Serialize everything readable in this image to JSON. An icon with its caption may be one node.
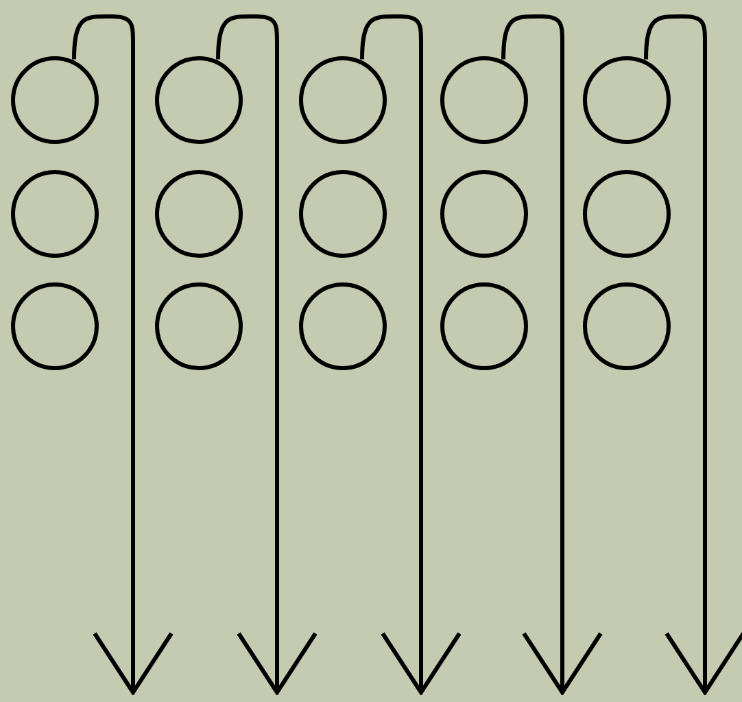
{
  "diagram": {
    "nodes": [
      {
        "text": [],
        "shape": "circle"
      },
      {
        "text": [],
        "shape": "circle"
      },
      {
        "text": [],
        "shape": "circle"
      },
      {
        "text": [],
        "shape": "circle"
      },
      {
        "text": [],
        "shape": "circle"
      },
      {
        "text": [],
        "shape": "circle"
      },
      {
        "text": [],
        "shape": "circle"
      },
      {
        "text": [],
        "shape": "circle"
      },
      {
        "text": [],
        "shape": "circle"
      },
      {
        "text": [],
        "shape": "circle"
      },
      {
        "text": [],
        "shape": "circle"
      },
      {
        "text": [],
        "shape": "circle"
      },
      {
        "text": [],
        "shape": "circle"
      },
      {
        "text": [],
        "shape": "circle"
      },
      {
        "text": [],
        "shape": "circle"
      }
    ],
    "edges": [
      {
        "from": 0,
        "to": null,
        "arrow": "to"
      },
      {
        "from": 1,
        "to": null,
        "arrow": "to"
      },
      {
        "from": 2,
        "to": null,
        "arrow": "to"
      },
      {
        "from": 3,
        "to": null,
        "arrow": "to"
      },
      {
        "from": 4,
        "to": null,
        "arrow": "to"
      }
    ]
  }
}
